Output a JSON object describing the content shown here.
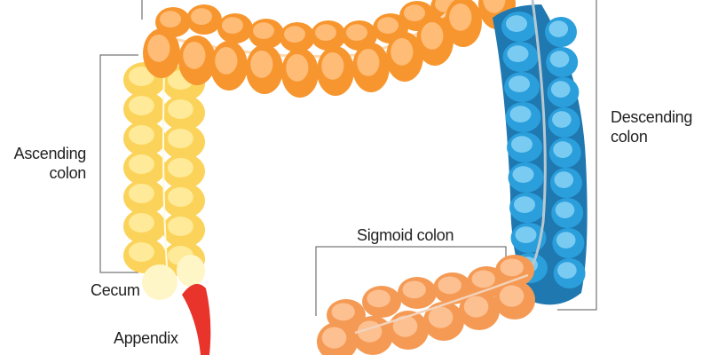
{
  "labels": {
    "ascending": [
      "Ascending",
      "colon"
    ],
    "descending": [
      "Descending",
      "colon"
    ],
    "sigmoid": "Sigmoid colon",
    "cecum": "Cecum",
    "appendix": "Appendix"
  },
  "colors": {
    "transverse": "#f7962e",
    "transverse_light": "#ffc58a",
    "ascending": "#fbd35a",
    "ascending_light": "#fff0a8",
    "cecum": "#fff6c8",
    "descending": "#2a9fdc",
    "descending_light": "#8fd6f7",
    "sigmoid": "#f59a55",
    "sigmoid_light": "#ffc9a0",
    "appendix": "#e8342a",
    "leader_line": "#555555"
  }
}
